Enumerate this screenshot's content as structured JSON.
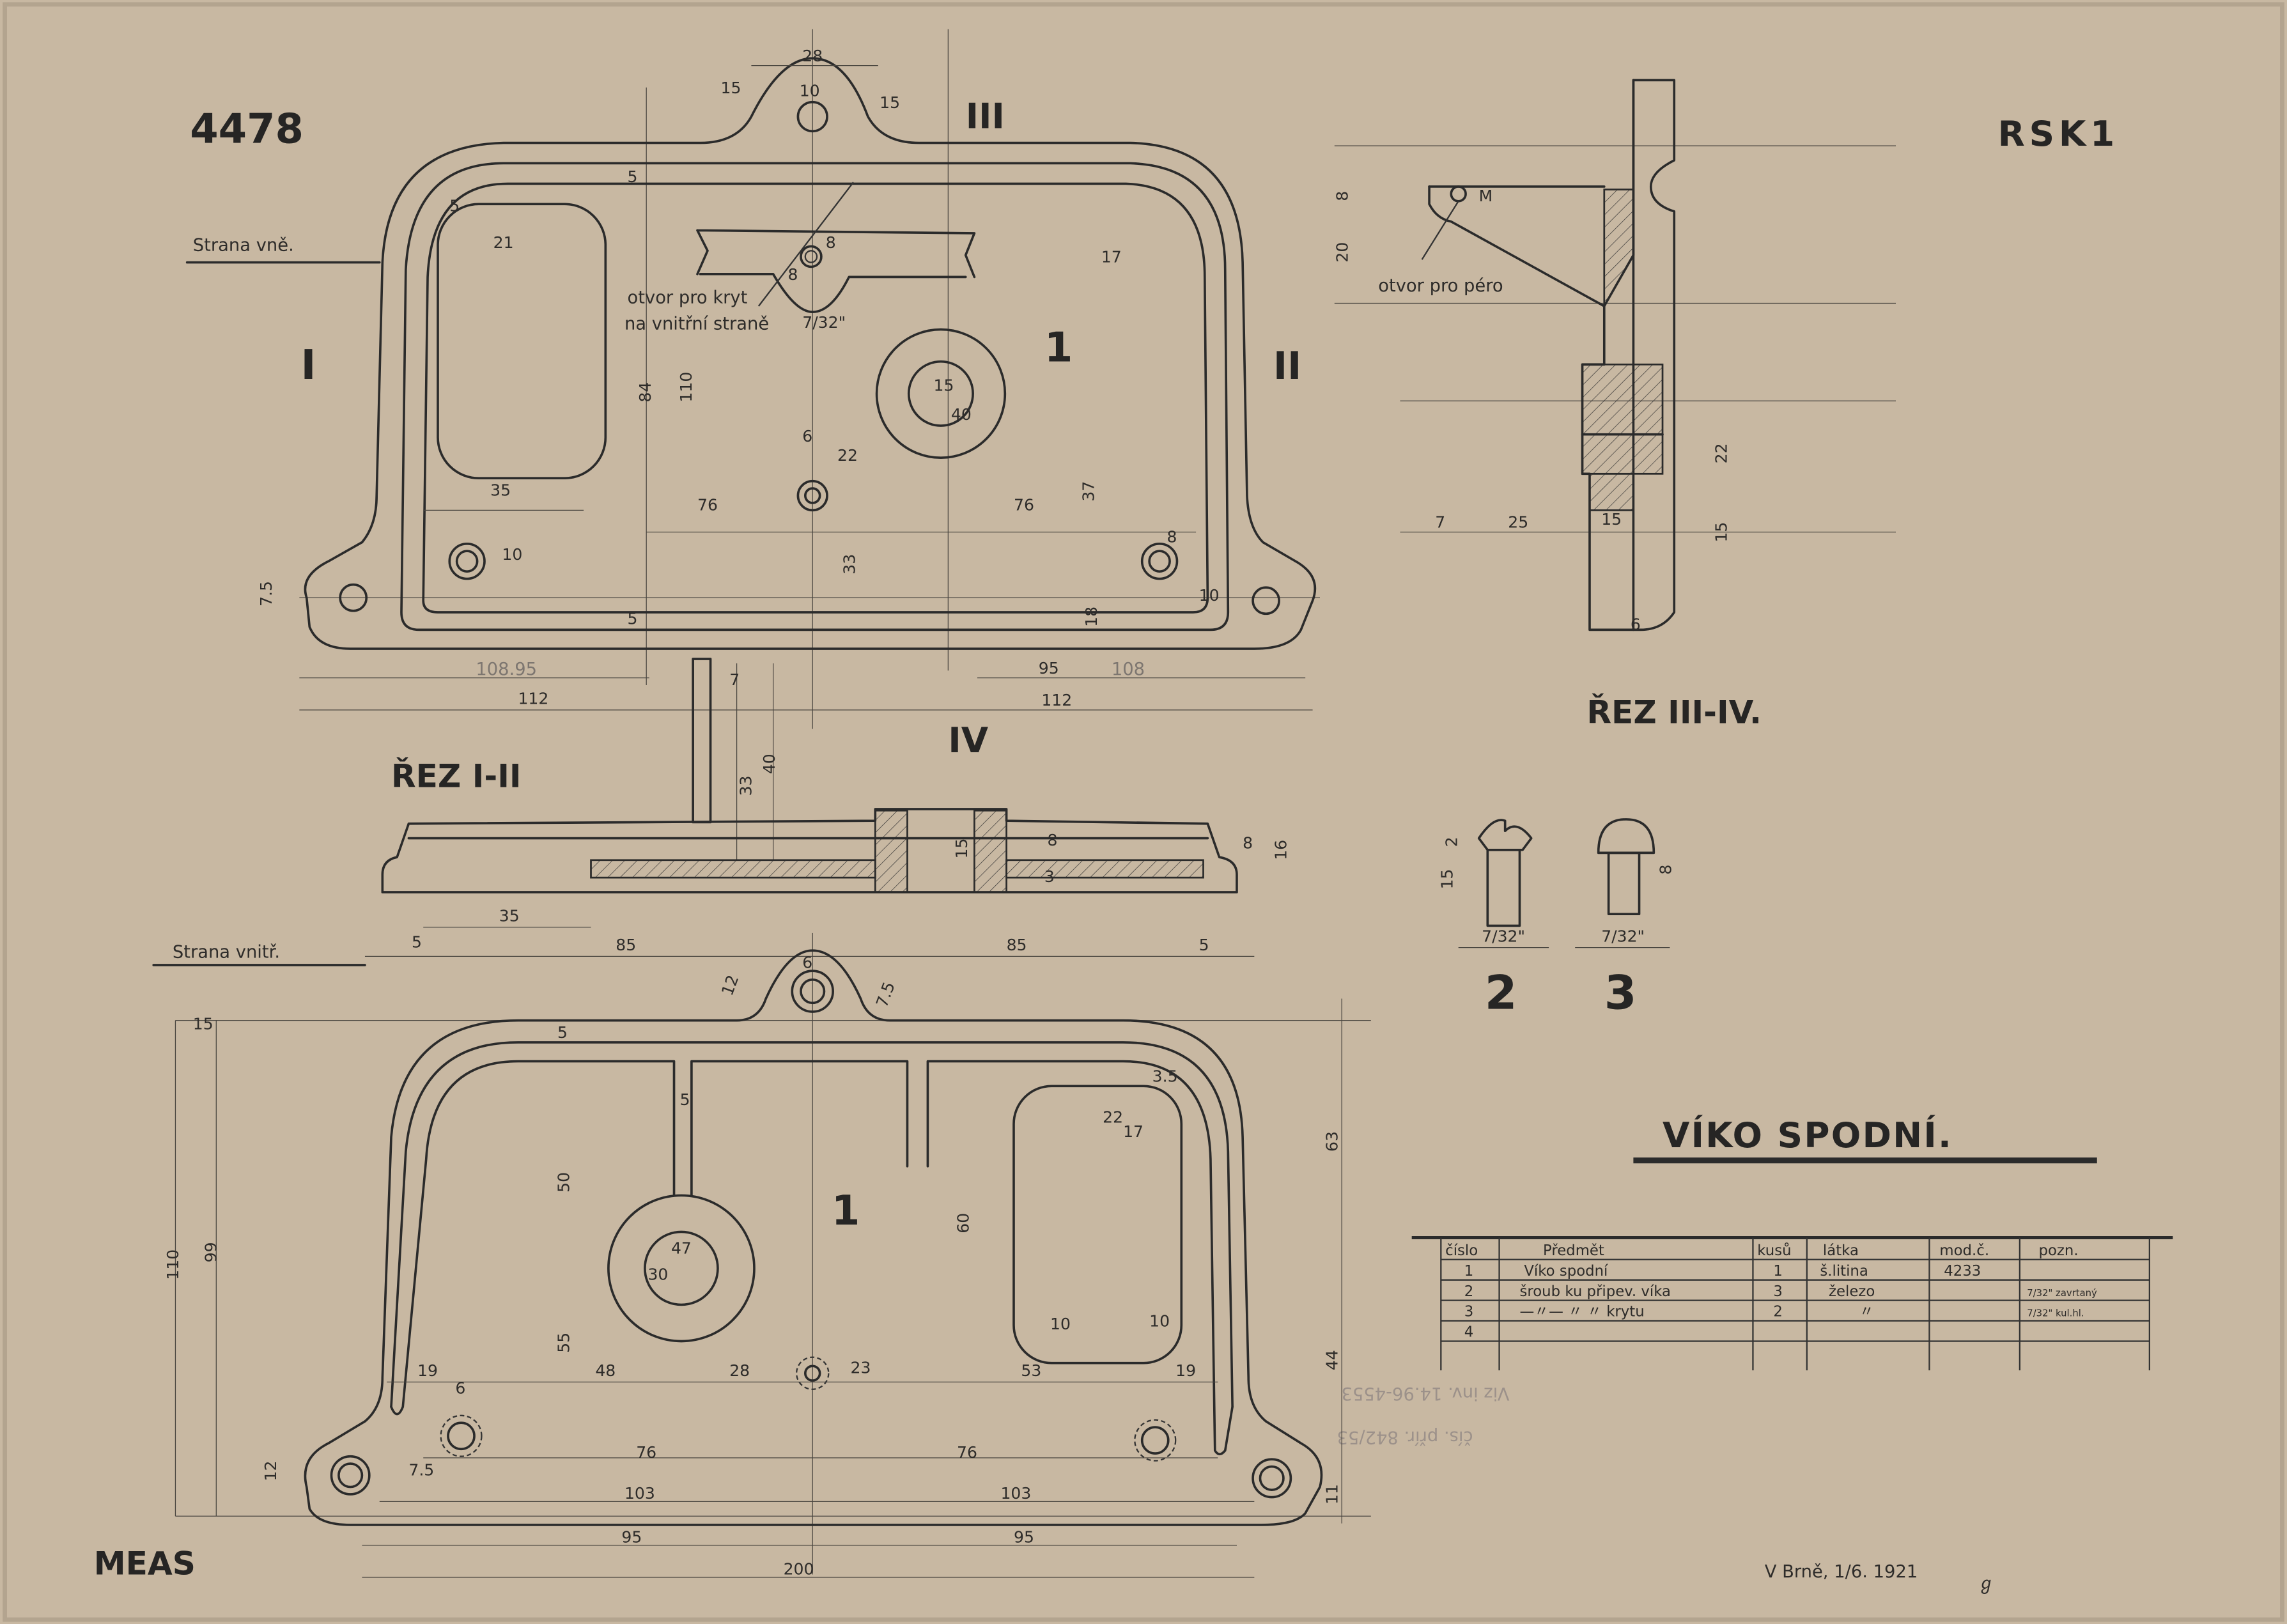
{
  "drawing": {
    "number": "4478",
    "code": "RSK1",
    "title": "VÍKO SPODNÍ.",
    "view_outer": "Strana vně.",
    "view_inner": "Strana vnitř.",
    "section_1": "ŘEZ I-II",
    "section_2": "ŘEZ III-IV.",
    "maker": "MEAS",
    "place_date": "V Brně, 1/6. 1921",
    "signature": "ℊ",
    "labels": {
      "I": "I",
      "II": "II",
      "III": "III",
      "IV": "IV",
      "part1_top": "1",
      "part1_bottom": "1",
      "part2": "2",
      "part3": "3"
    },
    "notes": {
      "cover_hole_1": "otvor pro kryt",
      "cover_hole_2": "na vnitřní straně",
      "key_hole": "otvor pro péro",
      "stamp_1": "Viz inv. 14.96-4553",
      "stamp_2": "čís. přír. 842/53"
    }
  },
  "dims": {
    "top": [
      "28",
      "10",
      "15",
      "15",
      "5",
      "5",
      "5",
      "21",
      "8",
      "8",
      "7/32\"",
      "17",
      "84",
      "110",
      "15",
      "40",
      "6",
      "22",
      "35",
      "76",
      "76",
      "37",
      "10",
      "33",
      "8",
      "7.5",
      "5",
      "18",
      "10",
      "108.95",
      "95",
      "108",
      "112",
      "112",
      "7",
      "33",
      "40"
    ],
    "section": [
      "15",
      "8",
      "3",
      "8",
      "16",
      "35",
      "5",
      "85",
      "85",
      "5"
    ],
    "bottom": [
      "12",
      "7.5",
      "15",
      "6",
      "5",
      "5",
      "3.5",
      "22",
      "17",
      "50",
      "60",
      "63",
      "110",
      "99",
      "30",
      "47",
      "55",
      "48",
      "28",
      "23",
      "53",
      "19",
      "19",
      "6",
      "10",
      "10",
      "12",
      "7.5",
      "76",
      "76",
      "103",
      "103",
      "95",
      "95",
      "200",
      "44",
      "11"
    ],
    "right": [
      "8",
      "20",
      "M",
      "22",
      "7",
      "25",
      "15",
      "15",
      "6"
    ],
    "screws": [
      "2",
      "15",
      "7/32\"",
      "8",
      "7/32\""
    ]
  },
  "parts_table": {
    "headers": [
      "číslo",
      "Předmět",
      "kusů",
      "látka",
      "mod.č.",
      "pozn."
    ],
    "rows": [
      [
        "1",
        "Víko spodní",
        "1",
        "š.litina",
        "4233",
        ""
      ],
      [
        "2",
        "šroub ku připev. víka",
        "3",
        "železo",
        "",
        "7/32\" zavrtaný"
      ],
      [
        "3",
        "—〃—  〃  〃 krytu",
        "2",
        "〃",
        "",
        "7/32\" kul.hl."
      ],
      [
        "4",
        "",
        "",
        "",
        "",
        ""
      ]
    ]
  },
  "colors": {
    "paper": "#c8b8a2",
    "ink": "#2b2b2b"
  }
}
